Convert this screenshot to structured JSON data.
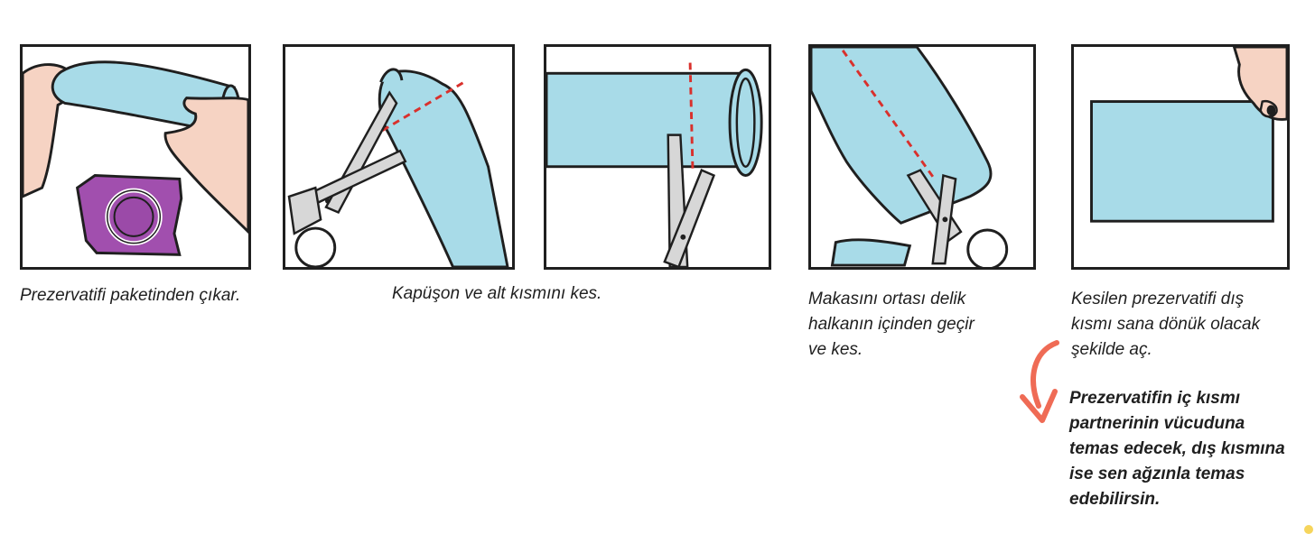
{
  "colors": {
    "condom": "#a8dbe8",
    "outline": "#1f1f1f",
    "skin": "#f6d3c3",
    "wrapper": "#a14fae",
    "cut_line": "#d9302c",
    "arrow": "#ef6b55",
    "scissors": "#d7d7d7"
  },
  "steps": [
    {
      "caption": "Prezervatifi paketinden çıkar.",
      "icon": "hands-unwrap-icon"
    },
    {
      "caption": "Kapüşon ve alt kısmını kes.",
      "icon": "scissors-cut-tip-icon"
    },
    {
      "caption": "",
      "icon": "scissors-cut-ring-icon"
    },
    {
      "caption_lines": [
        "Makasını ortası delik",
        "halkanın içinden geçir",
        "ve kes."
      ],
      "icon": "scissors-cut-length-icon"
    },
    {
      "caption_lines": [
        "Kesilen prezervatifi dış",
        "kısmı sana dönük olacak",
        "şekilde aç."
      ],
      "icon": "open-sheet-icon"
    }
  ],
  "note": {
    "lines": [
      "Prezervatifin iç kısmı",
      "partnerinin vücuduna",
      "temas edecek, dış kısmına",
      "ise sen ağzınla temas",
      "edebilirsin."
    ],
    "icon": "curved-arrow-icon"
  }
}
